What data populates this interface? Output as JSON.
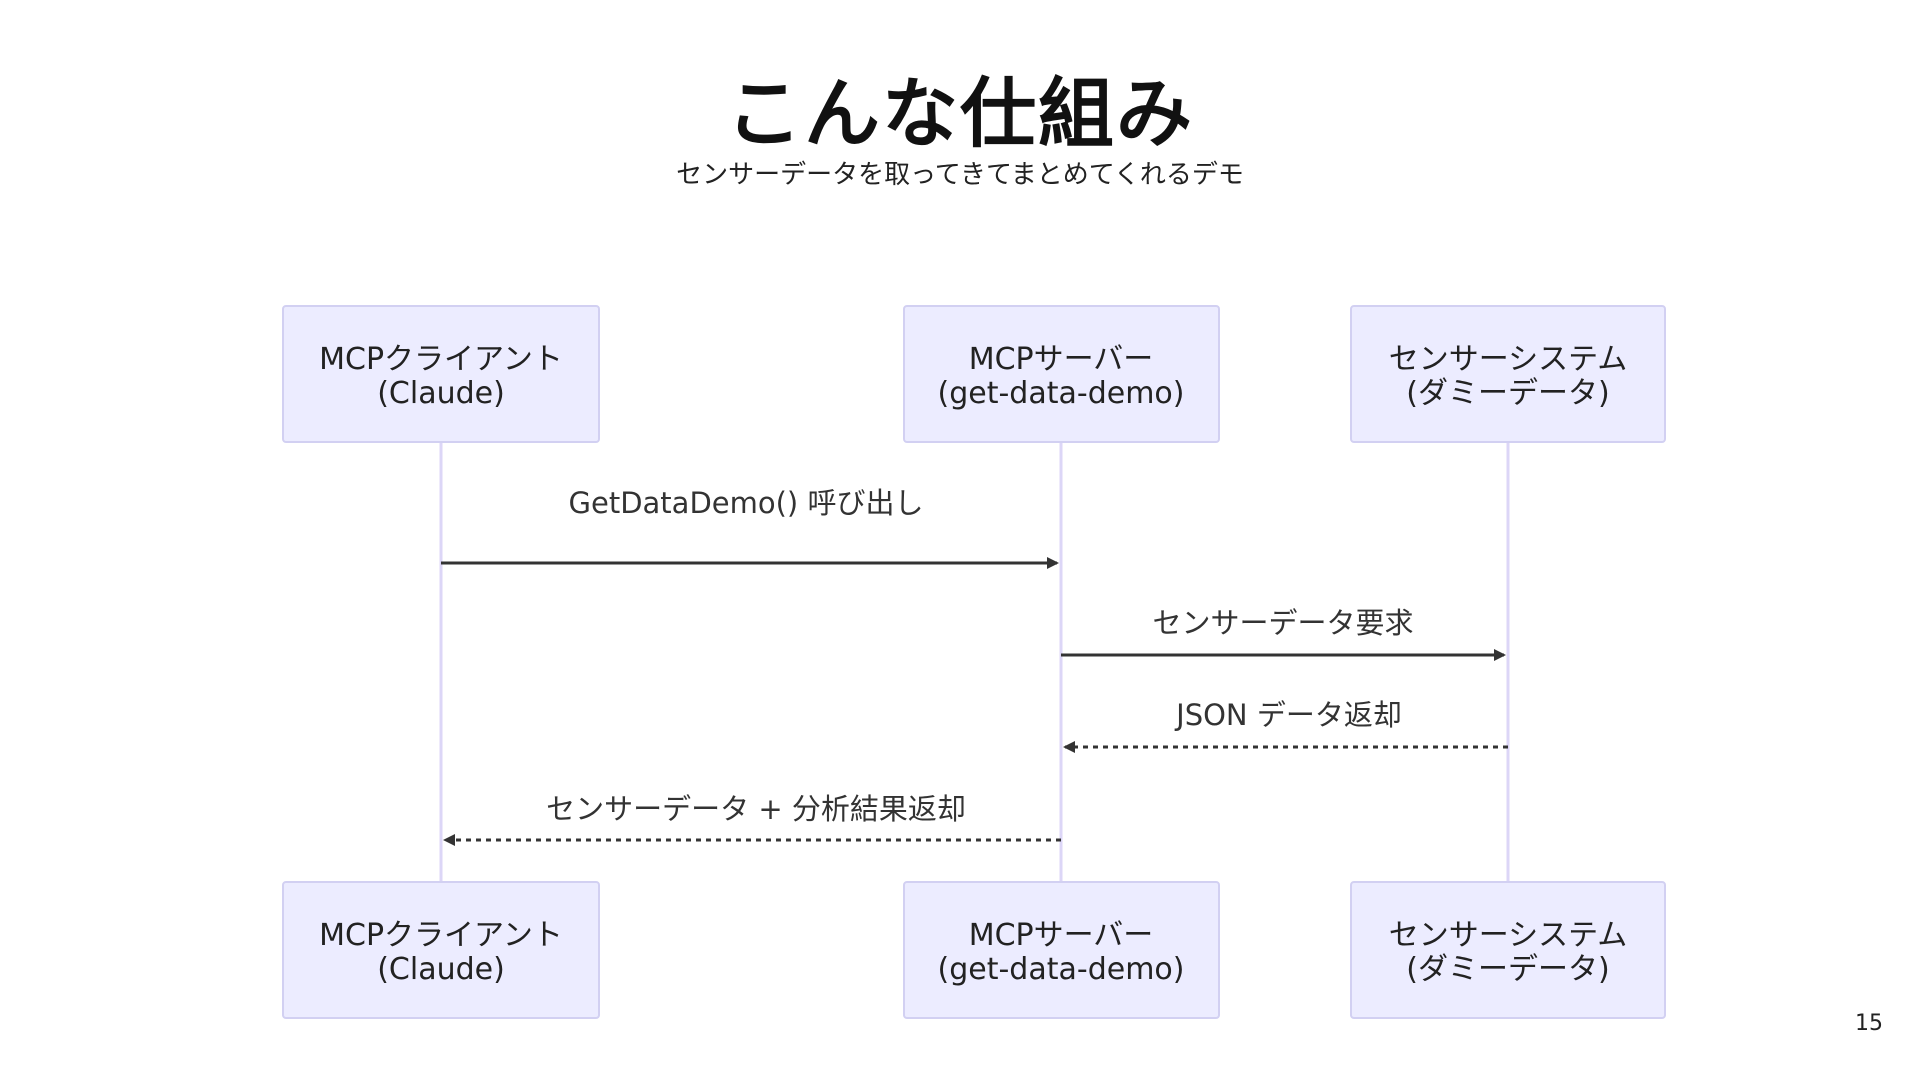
{
  "slide": {
    "title": "こんな仕組み",
    "subtitle": "センサーデータを取ってきてまとめてくれるデモ",
    "page_number": "15"
  },
  "diagram": {
    "type": "sequence",
    "participants": [
      {
        "line1": "MCPクライアント",
        "line2": "(Claude)"
      },
      {
        "line1": "MCPサーバー",
        "line2": "(get-data-demo)"
      },
      {
        "line1": "センサーシステム",
        "line2": "(ダミーデータ)"
      }
    ],
    "messages": [
      {
        "from": 0,
        "to": 1,
        "label": "GetDataDemo() 呼び出し",
        "style": "solid"
      },
      {
        "from": 1,
        "to": 2,
        "label": "センサーデータ要求",
        "style": "solid"
      },
      {
        "from": 2,
        "to": 1,
        "label": "JSON データ返却",
        "style": "dashed"
      },
      {
        "from": 1,
        "to": 0,
        "label": "センサーデータ + 分析結果返却",
        "style": "dashed"
      }
    ],
    "colors": {
      "actor_fill": "#ececff",
      "actor_border": "#d2d0f2",
      "lifeline": "#dcd6f7",
      "arrow": "#333333"
    }
  }
}
